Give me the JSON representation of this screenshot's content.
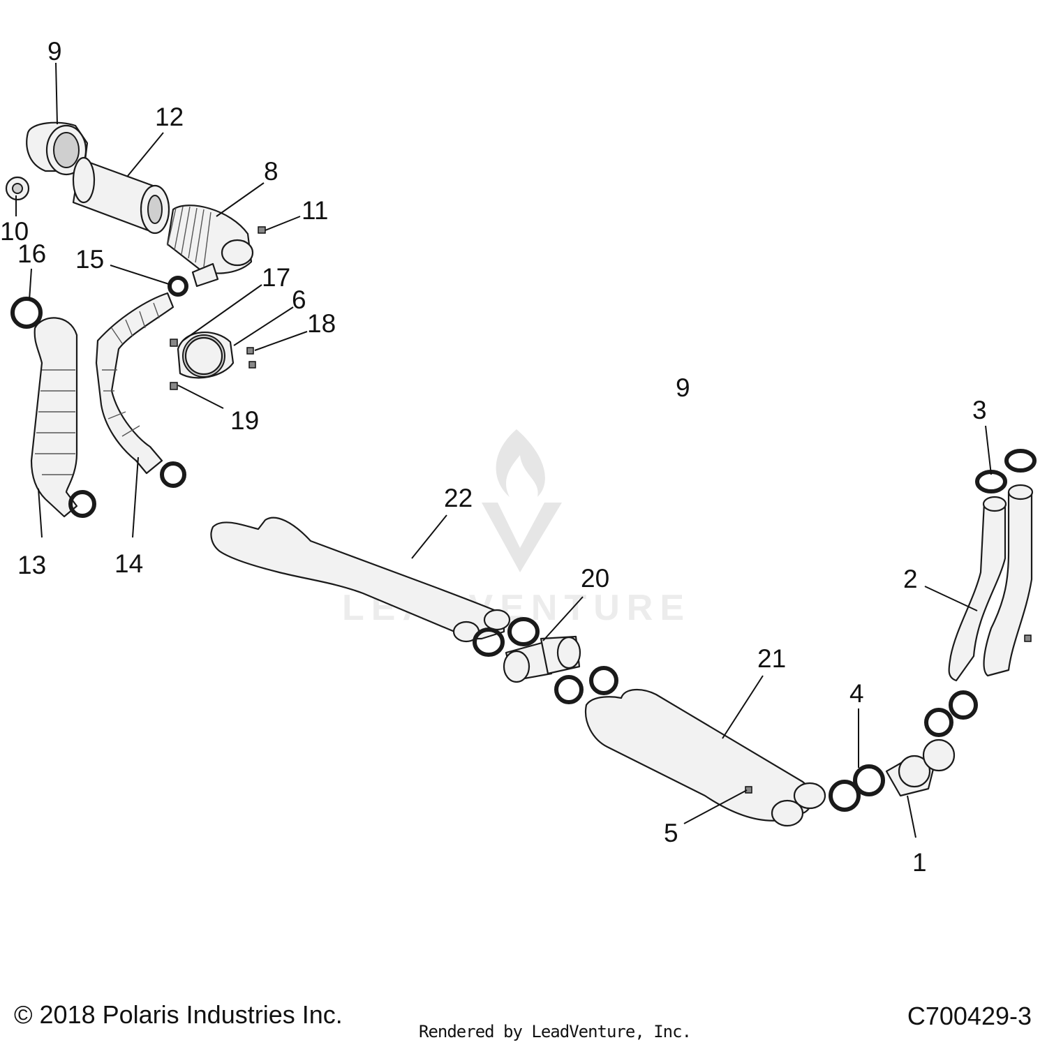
{
  "diagram": {
    "callouts": [
      "9",
      "12",
      "8",
      "11",
      "10",
      "16",
      "15",
      "17",
      "6",
      "18",
      "19",
      "13",
      "14",
      "9",
      "3",
      "22",
      "2",
      "20",
      "21",
      "4",
      "5",
      "1"
    ]
  },
  "watermark": {
    "text": "LEADVENTURE"
  },
  "footer": {
    "copyright": "© 2018 Polaris Industries Inc.",
    "code": "C700429-3",
    "rendered": "Rendered by LeadVenture, Inc."
  }
}
